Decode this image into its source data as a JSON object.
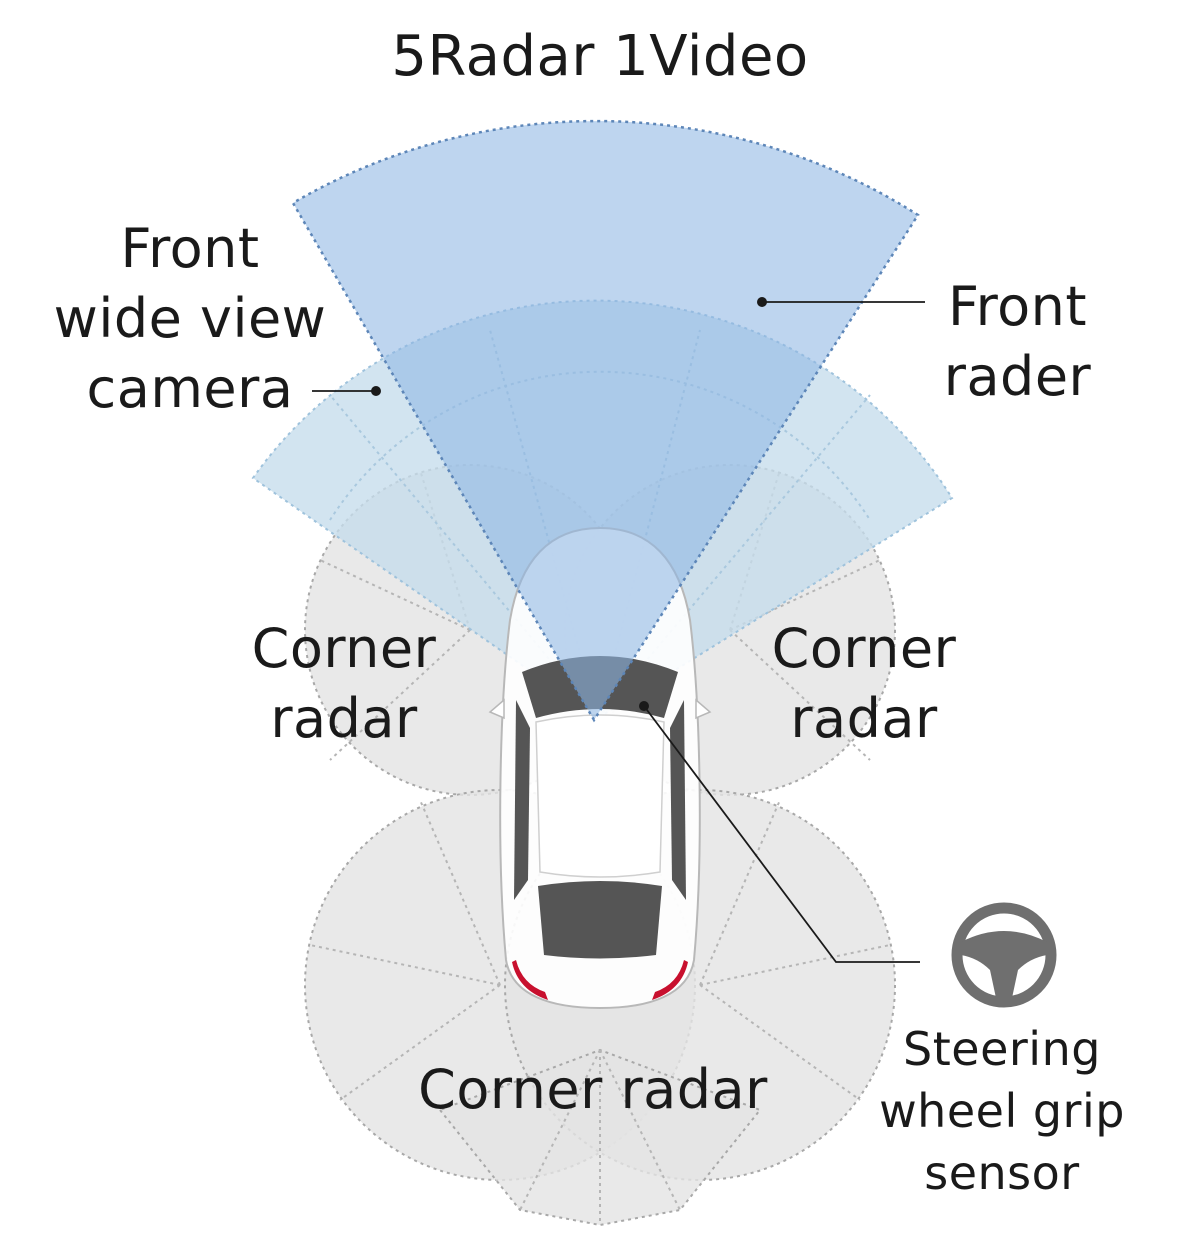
{
  "title": "5Radar 1Video",
  "labels": {
    "front_camera": [
      "Front",
      "wide view",
      "camera"
    ],
    "front_radar": [
      "Front",
      "rader"
    ],
    "corner_radar_left": [
      "Corner",
      "radar"
    ],
    "corner_radar_right": [
      "Corner",
      "radar"
    ],
    "corner_radar_rear": "Corner radar",
    "steering_sensor": [
      "Steering",
      "wheel grip",
      "sensor"
    ]
  },
  "colors": {
    "front_radar_fill": "#8fb6e3",
    "camera_fill": "#c5ddec",
    "corner_fill": "#e3e3e3",
    "car_body": "#ffffff",
    "car_glass": "#555555",
    "tail_light": "#c8102e",
    "steering_icon": "#6f6f6f",
    "leader_line": "#1a1a1a"
  },
  "icons": [
    "steering-wheel-icon",
    "car-top-view-icon"
  ]
}
